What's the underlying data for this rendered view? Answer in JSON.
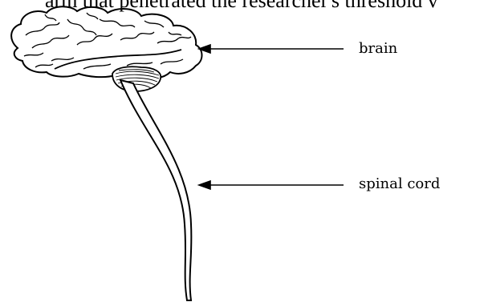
{
  "caption_fragment": "arm that penetrated the researcher's threshold v",
  "labels": {
    "brain": "brain",
    "spinal_cord": "spinal cord"
  }
}
